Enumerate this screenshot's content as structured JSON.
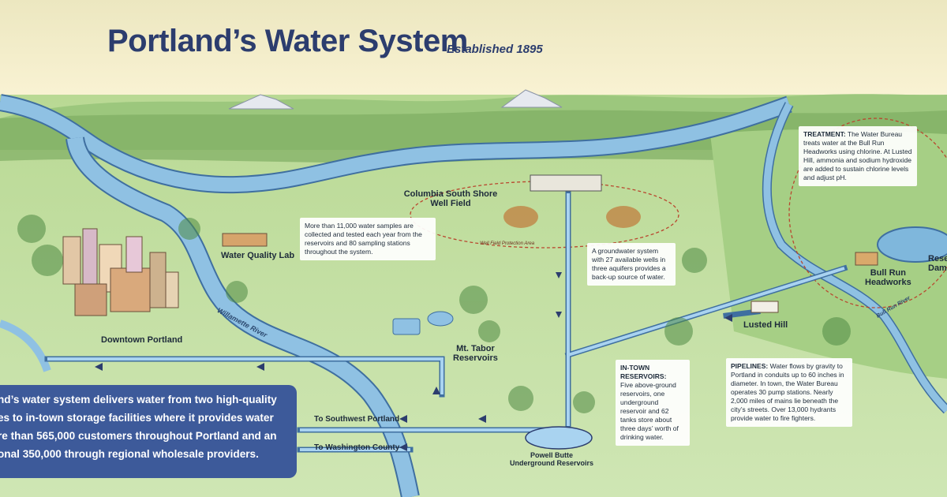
{
  "header": {
    "title": "Portland’s Water System",
    "subtitle": "Established 1895"
  },
  "places": {
    "columbia_well_field": "Columbia South Shore\nWell Field",
    "well_field_protection_area": "Well Field Protection Area",
    "water_quality_lab": "Water Quality Lab",
    "downtown_portland": "Downtown Portland",
    "willamette_river": "Willamette River",
    "mt_tabor_reservoirs": "Mt. Tabor\nReservoirs",
    "powell_butte": "Powell Butte\nUnderground Reservoirs",
    "lusted_hill": "Lusted Hill",
    "bull_run_headworks": "Bull Run\nHeadworks",
    "bull_run_river": "Bull Run River",
    "reservoir_dam_partial": "Rese\nDam"
  },
  "notes": {
    "lab": "More than 11,000 water samples are collected and tested each year from the reservoirs and 80 sampling stations throughout the system.",
    "groundwater": "A groundwater system with 27 available wells in three aquifers provides a back-up source of water.",
    "treatment_heading": "TREATMENT:",
    "treatment_body": "The Water Bureau treats water at the Bull Run Headworks using chlorine. At Lusted Hill, ammonia and sodium hydroxide are added to sustain chlorine levels and adjust pH.",
    "intown_heading": "IN-TOWN RESERVOIRS:",
    "intown_body": "Five above-ground reservoirs, one underground reservoir and 62 tanks store about three days’ worth of drinking water.",
    "pipelines_heading": "PIPELINES:",
    "pipelines_body": "Water flows by gravity to Portland in conduits up to 60 inches in diameter. In town, the Water Bureau operates 30 pump stations. Nearly 2,000 miles of mains lie beneath the city’s streets. Over 13,000 hydrants provide water to fire fighters."
  },
  "destinations": {
    "southwest": "To Southwest Portland",
    "washington": "To Washington County"
  },
  "summary": [
    "nd’s water system delivers water from two high-quality",
    "es to in-town storage facilities where it provides water",
    "re than 565,000 customers throughout Portland and an",
    "onal 350,000 through regional wholesale providers."
  ],
  "colors": {
    "sky_top": "#f4efc8",
    "sky_bottom": "#fdf7dc",
    "hills": "#a9cf86",
    "valley": "#c4e0a6",
    "river": "#7fb7dc",
    "river_edge": "#3f6fa0",
    "pipe": "#8fc0e4",
    "summary_box": "#3d5a9a",
    "title": "#2c3d6e"
  }
}
